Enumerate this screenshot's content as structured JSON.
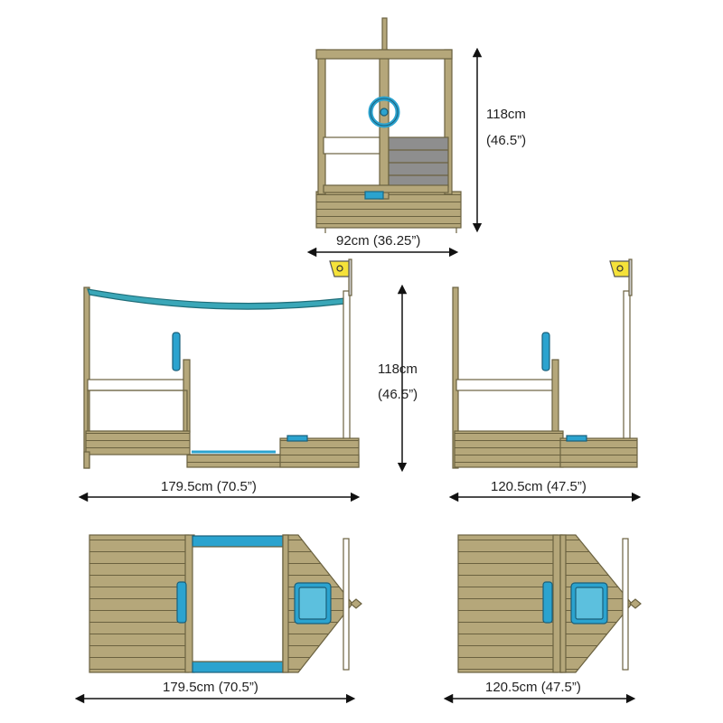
{
  "dimensions": {
    "front_height_cm": "118cm",
    "front_height_in": "(46.5”)",
    "front_width": "92cm (36.25”)",
    "side_height_cm": "118cm",
    "side_height_in": "(46.5”)",
    "side_open_length": "179.5cm (70.5”)",
    "side_closed_length": "120.5cm (47.5”)",
    "top_open_length": "179.5cm (70.5”)",
    "top_closed_length": "120.5cm (47.5”)"
  },
  "colors": {
    "wood": "#b5a77a",
    "wood_dark": "#6b6240",
    "canopy": "#3aa7b8",
    "blue_part": "#2ba3cf",
    "flag": "#f5e23a",
    "grey_panel": "#8e8e8e"
  }
}
